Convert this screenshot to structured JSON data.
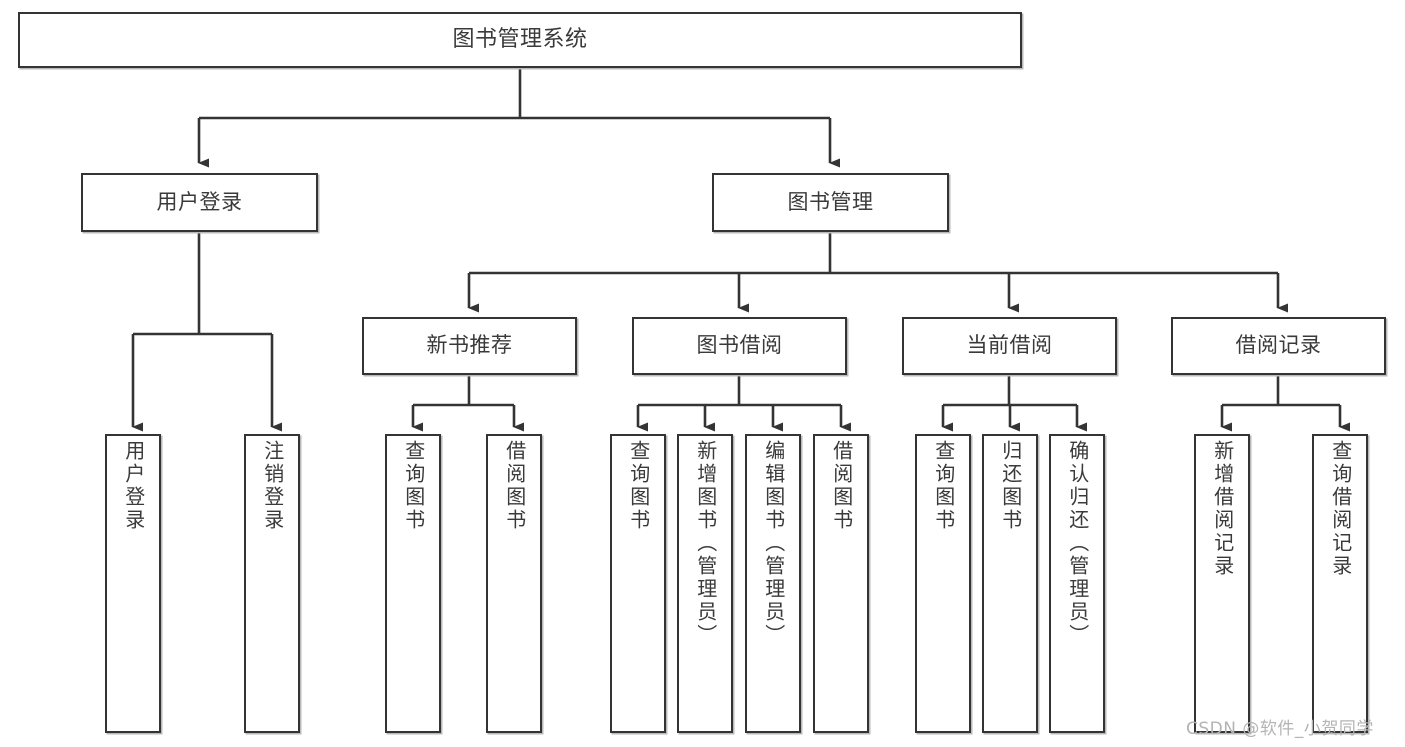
{
  "diagram": {
    "title": "图书管理系统",
    "watermark": "CSDN @软件_小贺同学",
    "line_color": "#343434",
    "box_fill": "#ffffff",
    "text_color": "#3a3a3a",
    "shadow_color": "#b9b9b9"
  },
  "nodes": {
    "root": {
      "label": "图书管理系统"
    },
    "level1": [
      {
        "label": "用户登录"
      },
      {
        "label": "图书管理"
      }
    ],
    "level2": [
      {
        "label": "新书推荐"
      },
      {
        "label": "图书借阅"
      },
      {
        "label": "当前借阅"
      },
      {
        "label": "借阅记录"
      }
    ],
    "leaves": {
      "user_login": [
        {
          "label": "用户登录"
        },
        {
          "label": "注销登录"
        }
      ],
      "new_book": [
        {
          "label": "查询图书"
        },
        {
          "label": "借阅图书"
        }
      ],
      "book_borrow": [
        {
          "label": "查询图书"
        },
        {
          "label": "新增图书（管理员）"
        },
        {
          "label": "编辑图书（管理员）"
        },
        {
          "label": "借阅图书"
        }
      ],
      "current_borrow": [
        {
          "label": "查询图书"
        },
        {
          "label": "归还图书"
        },
        {
          "label": "确认归还（管理员）"
        }
      ],
      "borrow_record": [
        {
          "label": "新增借阅记录"
        },
        {
          "label": "查询借阅记录"
        }
      ]
    }
  }
}
